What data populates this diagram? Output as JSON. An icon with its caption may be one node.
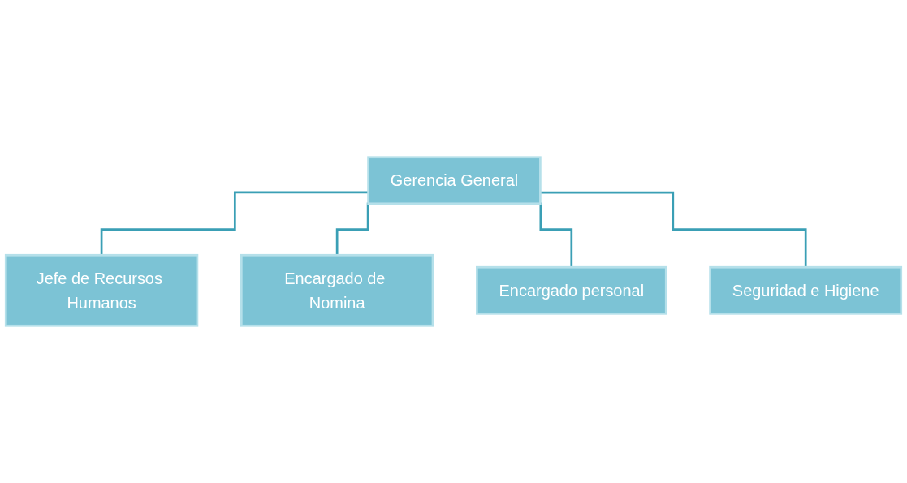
{
  "diagram": {
    "nodes": [
      {
        "text": [
          "Gerencia General"
        ]
      },
      {
        "text": [
          "Jefe de Recursos Humanos"
        ]
      },
      {
        "text": [
          "Encargado de Nomina"
        ]
      },
      {
        "text": [
          "Encargado personal"
        ]
      },
      {
        "text": [
          "Seguridad e Higiene"
        ]
      }
    ],
    "edges": [
      {
        "from": 0,
        "to": 1,
        "arrow": "none"
      },
      {
        "from": 0,
        "to": 2,
        "arrow": "none"
      },
      {
        "from": 0,
        "to": 3,
        "arrow": "none"
      },
      {
        "from": 0,
        "to": 4,
        "arrow": "none"
      }
    ]
  }
}
